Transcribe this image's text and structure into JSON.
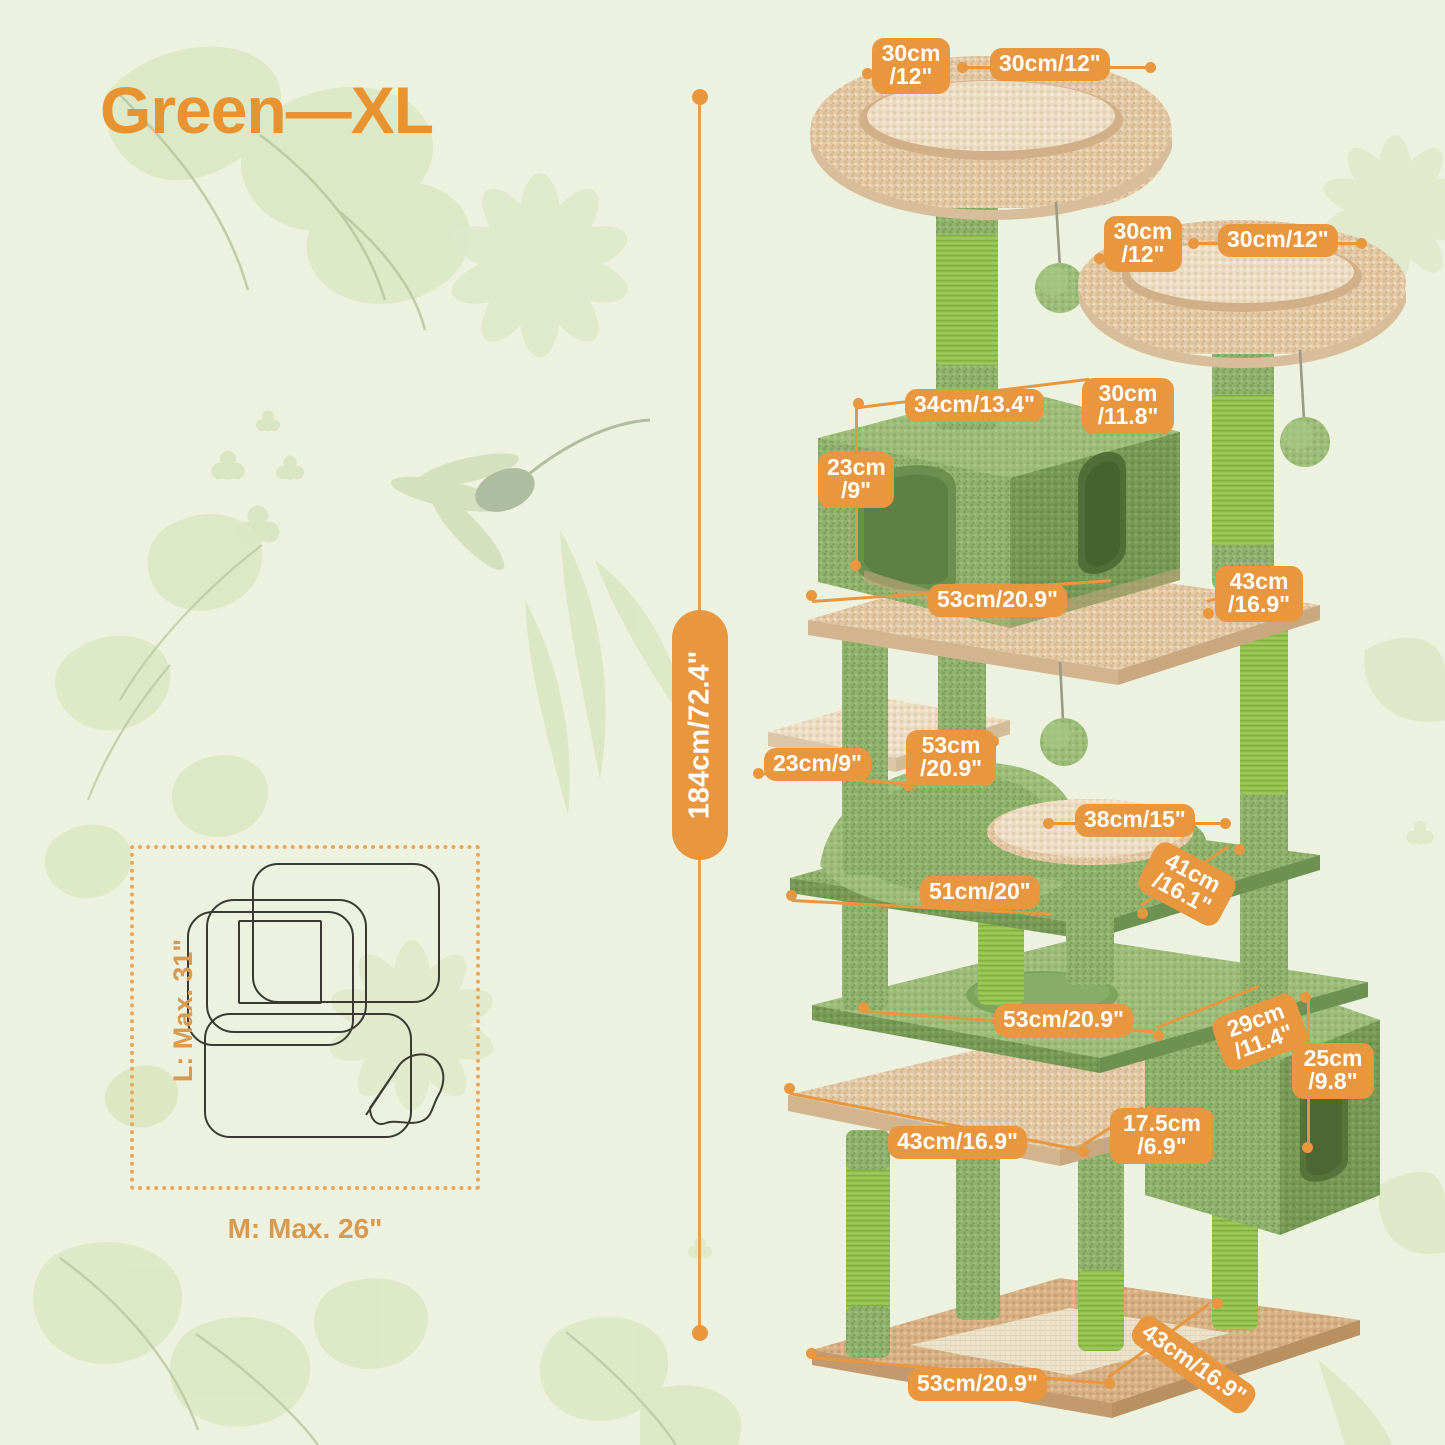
{
  "page": {
    "title": "Green—XL",
    "background_color": "#edf1df",
    "accent_color": "#e8973f",
    "title_color": "#e8932f"
  },
  "overall": {
    "height_label": "184cm/72.4\""
  },
  "cat_size_guide": {
    "large_label": "L: Max. 31\"",
    "medium_label": "M: Max. 26\""
  },
  "dimensions": {
    "top_nest_depth": "30cm\n/12\"",
    "top_nest_width": "30cm/12\"",
    "second_nest_depth": "30cm\n/12\"",
    "second_nest_width": "30cm/12\"",
    "condo_width": "34cm/13.4\"",
    "condo_depth": "30cm\n/11.8\"",
    "condo_height": "23cm\n/9\"",
    "upper_shelf_width": "53cm/20.9\"",
    "upper_shelf_depth": "43cm\n/16.9\"",
    "small_shelf_width": "23cm/9\"",
    "small_shelf_depth": "53cm\n/20.9\"",
    "round_cushion": "38cm/15\"",
    "bowl_platform_width": "51cm/20\"",
    "bowl_platform_depth": "41cm\n/16.1\"",
    "mid_platform_width": "53cm/20.9\"",
    "lower_condo_depth": "29cm\n/11.4\"",
    "lower_condo_height": "25cm\n/9.8\"",
    "lower_shelf_width": "43cm/16.9\"",
    "lower_shelf_depth": "17.5cm\n/6.9\"",
    "base_width": "53cm/20.9\"",
    "base_depth": "43cm/16.9\""
  },
  "materials": {
    "plush_green": "#8cb069",
    "plush_green_dark": "#6f964f",
    "sisal_green": "#93c04f",
    "fleece_beige": "#e0c39e",
    "fleece_light": "#ead7bb",
    "carpet_tan": "#d5b287",
    "sisal_mat": "#eee6ce"
  }
}
